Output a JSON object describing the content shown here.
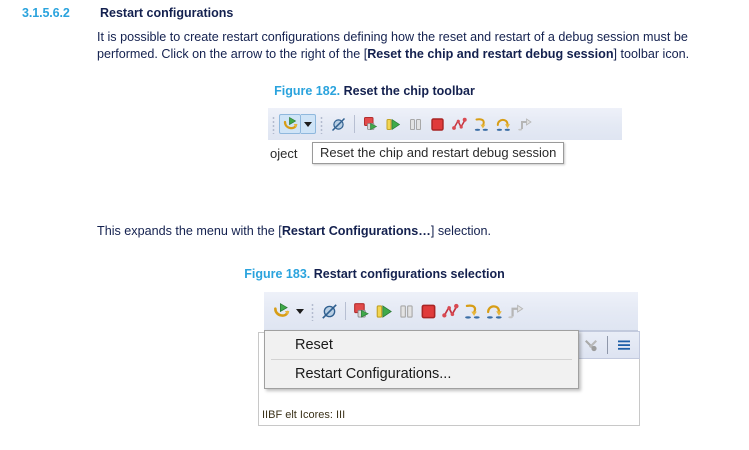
{
  "section": {
    "number": "3.1.5.6.2",
    "title": "Restart configurations"
  },
  "paragraphs": {
    "intro_part1": "It is possible to create restart configurations defining how the reset and restart of a debug session must be performed. Click on the arrow to the right of the [",
    "intro_bold": "Reset the chip and restart debug session",
    "intro_part2": "] toolbar icon.",
    "expand_part1": "This expands the menu with the [",
    "expand_bold": "Restart Configurations…",
    "expand_part2": "] selection."
  },
  "figures": [
    {
      "number": "Figure 182.",
      "title": "Reset the chip toolbar",
      "tooltip": "Reset the chip and restart debug session",
      "partial_label": "oject",
      "toolbar_icons": [
        "reset-chip-restart-debug-icon",
        "dropdown-caret-icon",
        "skip-all-breakpoints-icon",
        "debug-icon",
        "resume-icon",
        "suspend-icon",
        "terminate-icon",
        "disconnect-icon",
        "step-into-icon",
        "step-over-icon",
        "step-return-icon"
      ]
    },
    {
      "number": "Figure 183.",
      "title": "Restart configurations selection",
      "menu_items": [
        "Reset",
        "Restart Configurations..."
      ],
      "clipped_text": "IIBF elt Icores: III",
      "toolbar_icons": [
        "reset-chip-restart-debug-icon",
        "dropdown-caret-icon",
        "skip-all-breakpoints-icon",
        "debug-icon",
        "resume-icon",
        "suspend-icon",
        "terminate-icon",
        "disconnect-icon",
        "step-into-icon",
        "step-over-icon",
        "step-return-icon"
      ],
      "right_panel_icons": [
        "build-tools-icon",
        "list-lines-icon"
      ]
    }
  ],
  "colors": {
    "accent_blue": "#2aa3dd",
    "text_navy": "#14214f",
    "selection_blue": "#cfe4f7",
    "toolbar_bg": "#e4e9f4",
    "menu_bg": "#f1f1f1"
  }
}
